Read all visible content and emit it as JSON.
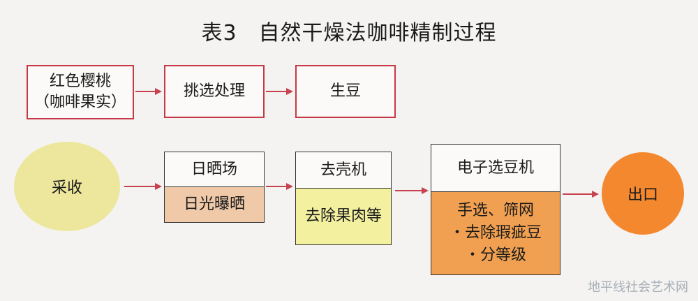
{
  "title": "表3　自然干燥法咖啡精制过程",
  "row1": {
    "cherry": [
      "红色樱桃",
      "（咖啡果实）"
    ],
    "sorting": "挑选处理",
    "green_bean": "生豆"
  },
  "row2": {
    "harvest": "采收",
    "sun_yard": {
      "header": "日晒场",
      "body": "日光曝晒"
    },
    "huller": {
      "header": "去壳机",
      "body": "去除果肉等"
    },
    "sorter": {
      "header": "电子选豆机",
      "body": [
        "手选、筛网",
        "・去除瑕疵豆",
        "・分等级"
      ]
    },
    "export": "出口"
  },
  "watermark": "地平线社会艺术网",
  "colors": {
    "red_border": "#c63a47",
    "arrow": "#c6424e",
    "harvest_fill": "#ece79c",
    "sun_fill": "#efc9a8",
    "huller_fill": "#f3f0a0",
    "sorter_fill": "#f0a050",
    "export_fill": "#f3882e"
  }
}
